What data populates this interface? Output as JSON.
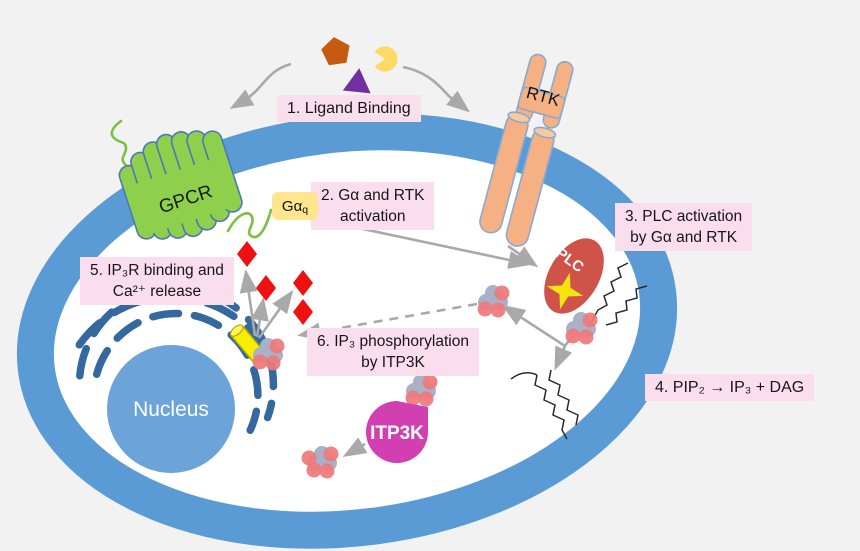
{
  "labels": {
    "step1": {
      "text": "1. Ligand Binding"
    },
    "step2": {
      "line1": "2. Gα and RTK",
      "line2": "activation"
    },
    "step3": {
      "line1": "3. PLC activation",
      "line2": "by Gα and RTK"
    },
    "step4": {
      "text": "4. PIP₂ → IP₃ + DAG"
    },
    "step5": {
      "line1": "5. IP₃R binding and",
      "line2": "Ca²⁺ release"
    },
    "step6": {
      "line1": "6. IP₃ phosphorylation",
      "line2": "by ITP3K"
    }
  },
  "entities": {
    "gpcr": "GPCR",
    "g_alpha": "Gα",
    "g_alpha_subscript": "q",
    "rtk": "RTK",
    "plc": "PLC",
    "itp3k": "ITP3K",
    "nucleus": "Nucleus"
  },
  "colors": {
    "background": "#f2f2f2",
    "cell_interior": "#ffffff",
    "membrane_blue": "#5b9bd5",
    "nucleus_blue": "#6ca4da",
    "er_blue": "#34689f",
    "gpcr_green": "#8ed04c",
    "tether_green": "#7cc043",
    "rtk_peach": "#f5b183",
    "plc_red": "#d0534a",
    "star_yellow": "#f3e30e",
    "itp3k_magenta": "#d23fb1",
    "g_alpha_yellow": "#ffe58d",
    "ip3r_yellow": "#f8ef00",
    "calcium_red": "#ee1111",
    "molecule_gray": "#a8b1c8",
    "molecule_red": "#ef787a",
    "label_pink": "#fbdeee",
    "arrow_gray": "#a9a9a9",
    "ligand_pentagon_brown": "#c55a11",
    "ligand_pacman_yellow": "#ffd966",
    "ligand_triangle_purple": "#7030a0"
  }
}
